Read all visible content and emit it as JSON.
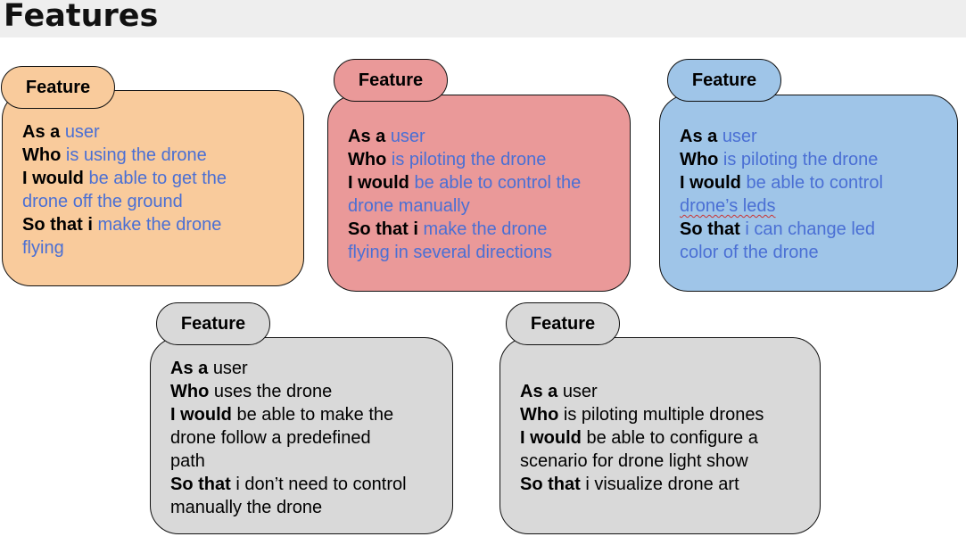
{
  "page": {
    "title": "Features"
  },
  "labels": {
    "as_a": "As a",
    "who": "Who",
    "would": "I would",
    "so_that_i": "So that i",
    "so_that": "So that"
  },
  "cards": [
    {
      "tag": "Feature",
      "color": "#f9cb9c",
      "as_a": "user",
      "who": "is using the drone",
      "would_1": "be able to get the",
      "would_2": "drone off the ground",
      "so_1": "make the drone",
      "so_2": "flying"
    },
    {
      "tag": "Feature",
      "color": "#ea9999",
      "as_a": "user",
      "who": "is piloting the drone",
      "would_1": "be able to control the",
      "would_2": "drone manually",
      "so_1": "make the drone",
      "so_2": "flying in several directions"
    },
    {
      "tag": "Feature",
      "color": "#9fc5e8",
      "as_a": "user",
      "who": "is piloting the drone",
      "would_1": "be able to control",
      "would_2": "drone’s leds",
      "so_1": "i can change led",
      "so_2": "color of the drone"
    },
    {
      "tag": "Feature",
      "color": "#d9d9d9",
      "as_a": "user",
      "who": "uses the drone",
      "would_1": "be able to make the",
      "would_2": "drone follow a predefined",
      "would_3": "path",
      "so_1": "i don’t need to control",
      "so_2": "manually the drone"
    },
    {
      "tag": "Feature",
      "color": "#d9d9d9",
      "as_a": "user",
      "who": "is piloting multiple drones",
      "would_1": "be able to configure a",
      "would_2": "scenario for drone light show",
      "so_1": "i visualize drone art"
    }
  ]
}
